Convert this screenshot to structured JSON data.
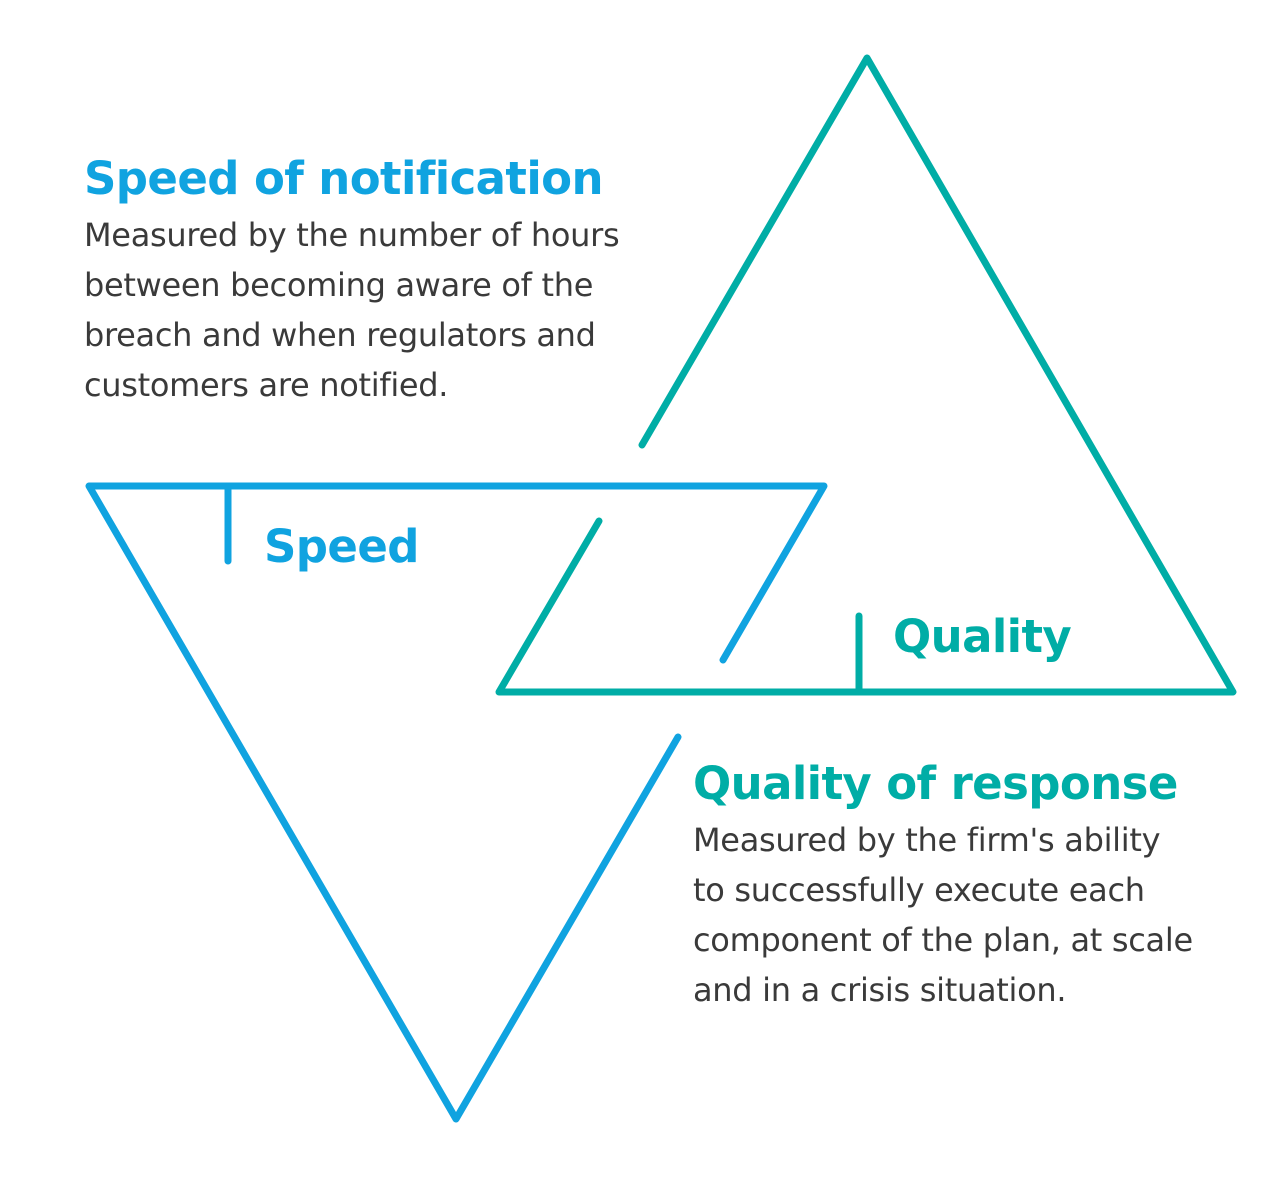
{
  "colors": {
    "speed": "#10a3e0",
    "quality": "#00ada6",
    "body_text": "#3a3a3a"
  },
  "speed": {
    "label": "Speed",
    "heading": "Speed of notification",
    "lines": [
      "Measured by the number of hours",
      "between becoming aware of the",
      "breach and when regulators and",
      "customers are notified."
    ]
  },
  "quality": {
    "label": "Quality",
    "heading": "Quality of response",
    "lines": [
      "Measured by the firm's ability",
      "to successfully execute each",
      "component of the plan, at scale",
      "and in a crisis situation."
    ]
  }
}
